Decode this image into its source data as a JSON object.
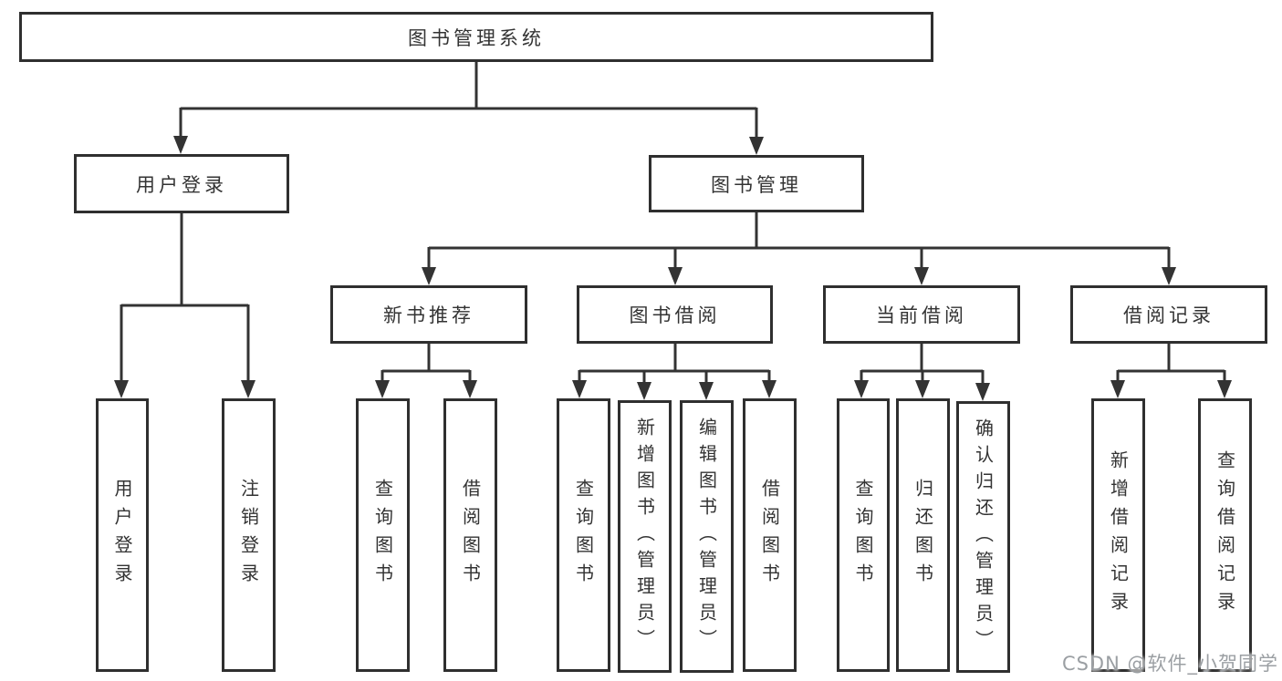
{
  "diagram": {
    "title": "图书管理系统",
    "nodes": {
      "root": "图书管理系统",
      "user_login": "用户登录",
      "book_mgmt": "图书管理",
      "new_book_rec": "新书推荐",
      "book_borrow": "图书借阅",
      "current_borrow": "当前借阅",
      "borrow_records": "借阅记录",
      "leaf_user_login": "用户登录",
      "leaf_logout": "注销登录",
      "rec_query_books": "查询图书",
      "rec_borrow_books": "借阅图书",
      "bb_query_books": "查询图书",
      "bb_add_books": "新增图书（管理员）",
      "bb_edit_books": "编辑图书（管理员）",
      "bb_borrow_books": "借阅图书",
      "cb_query_books": "查询图书",
      "cb_return_books": "归还图书",
      "cb_confirm_return": "确认归还（管理员）",
      "br_add_record": "新增借阅记录",
      "br_query_record": "查询借阅记录"
    },
    "colors": {
      "line": "#333333",
      "box_border": "#2f2f2f",
      "text": "#333333",
      "background": "#ffffff",
      "watermark": "#9b9fa3"
    }
  },
  "watermark": "CSDN @软件_小贺同学"
}
